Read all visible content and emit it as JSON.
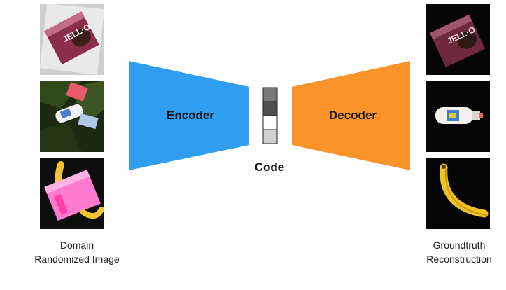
{
  "encoder": {
    "label": "Encoder",
    "color": "#2f9ef0"
  },
  "decoder": {
    "label": "Decoder",
    "color": "#f9932a"
  },
  "code": {
    "label": "Code",
    "cells": [
      "#7a7a7a",
      "#4f4f4f",
      "#ffffff",
      "#d0d0d0"
    ]
  },
  "input_images": [
    {
      "name": "randomized-jello-box"
    },
    {
      "name": "randomized-bottle-clutter"
    },
    {
      "name": "randomized-box-banana"
    }
  ],
  "output_images": [
    {
      "name": "reconstructed-jello-box"
    },
    {
      "name": "reconstructed-bottle"
    },
    {
      "name": "reconstructed-banana"
    }
  ],
  "captions": {
    "left": [
      "Domain",
      "Randomized Image"
    ],
    "right": [
      "Groundtruth",
      "Reconstruction"
    ]
  }
}
